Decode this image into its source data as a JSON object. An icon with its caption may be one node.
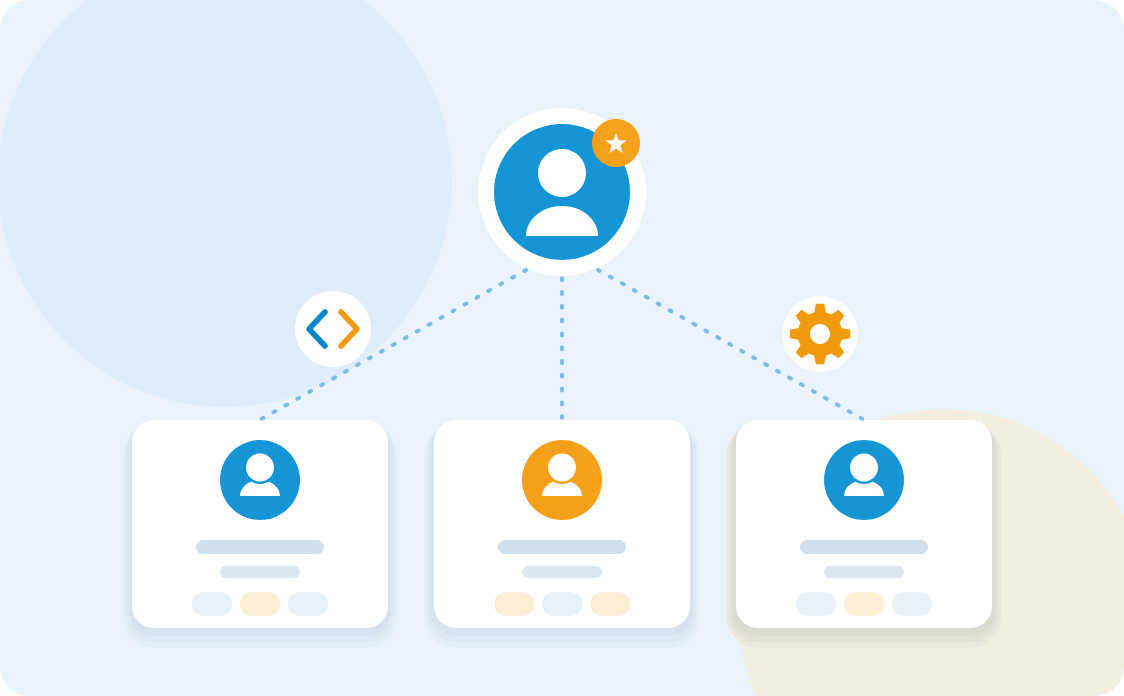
{
  "diagram": {
    "nodes": [
      {
        "text": [],
        "shape": "person"
      },
      {
        "text": [],
        "shape": "box"
      },
      {
        "text": [],
        "shape": "box"
      },
      {
        "text": [],
        "shape": "box"
      }
    ],
    "edges": [
      {
        "from": 0,
        "to": 1,
        "arrow": "none",
        "style": "dashed"
      },
      {
        "from": 0,
        "to": 2,
        "arrow": "none",
        "style": "dashed"
      },
      {
        "from": 0,
        "to": 3,
        "arrow": "none",
        "style": "dashed"
      }
    ]
  }
}
